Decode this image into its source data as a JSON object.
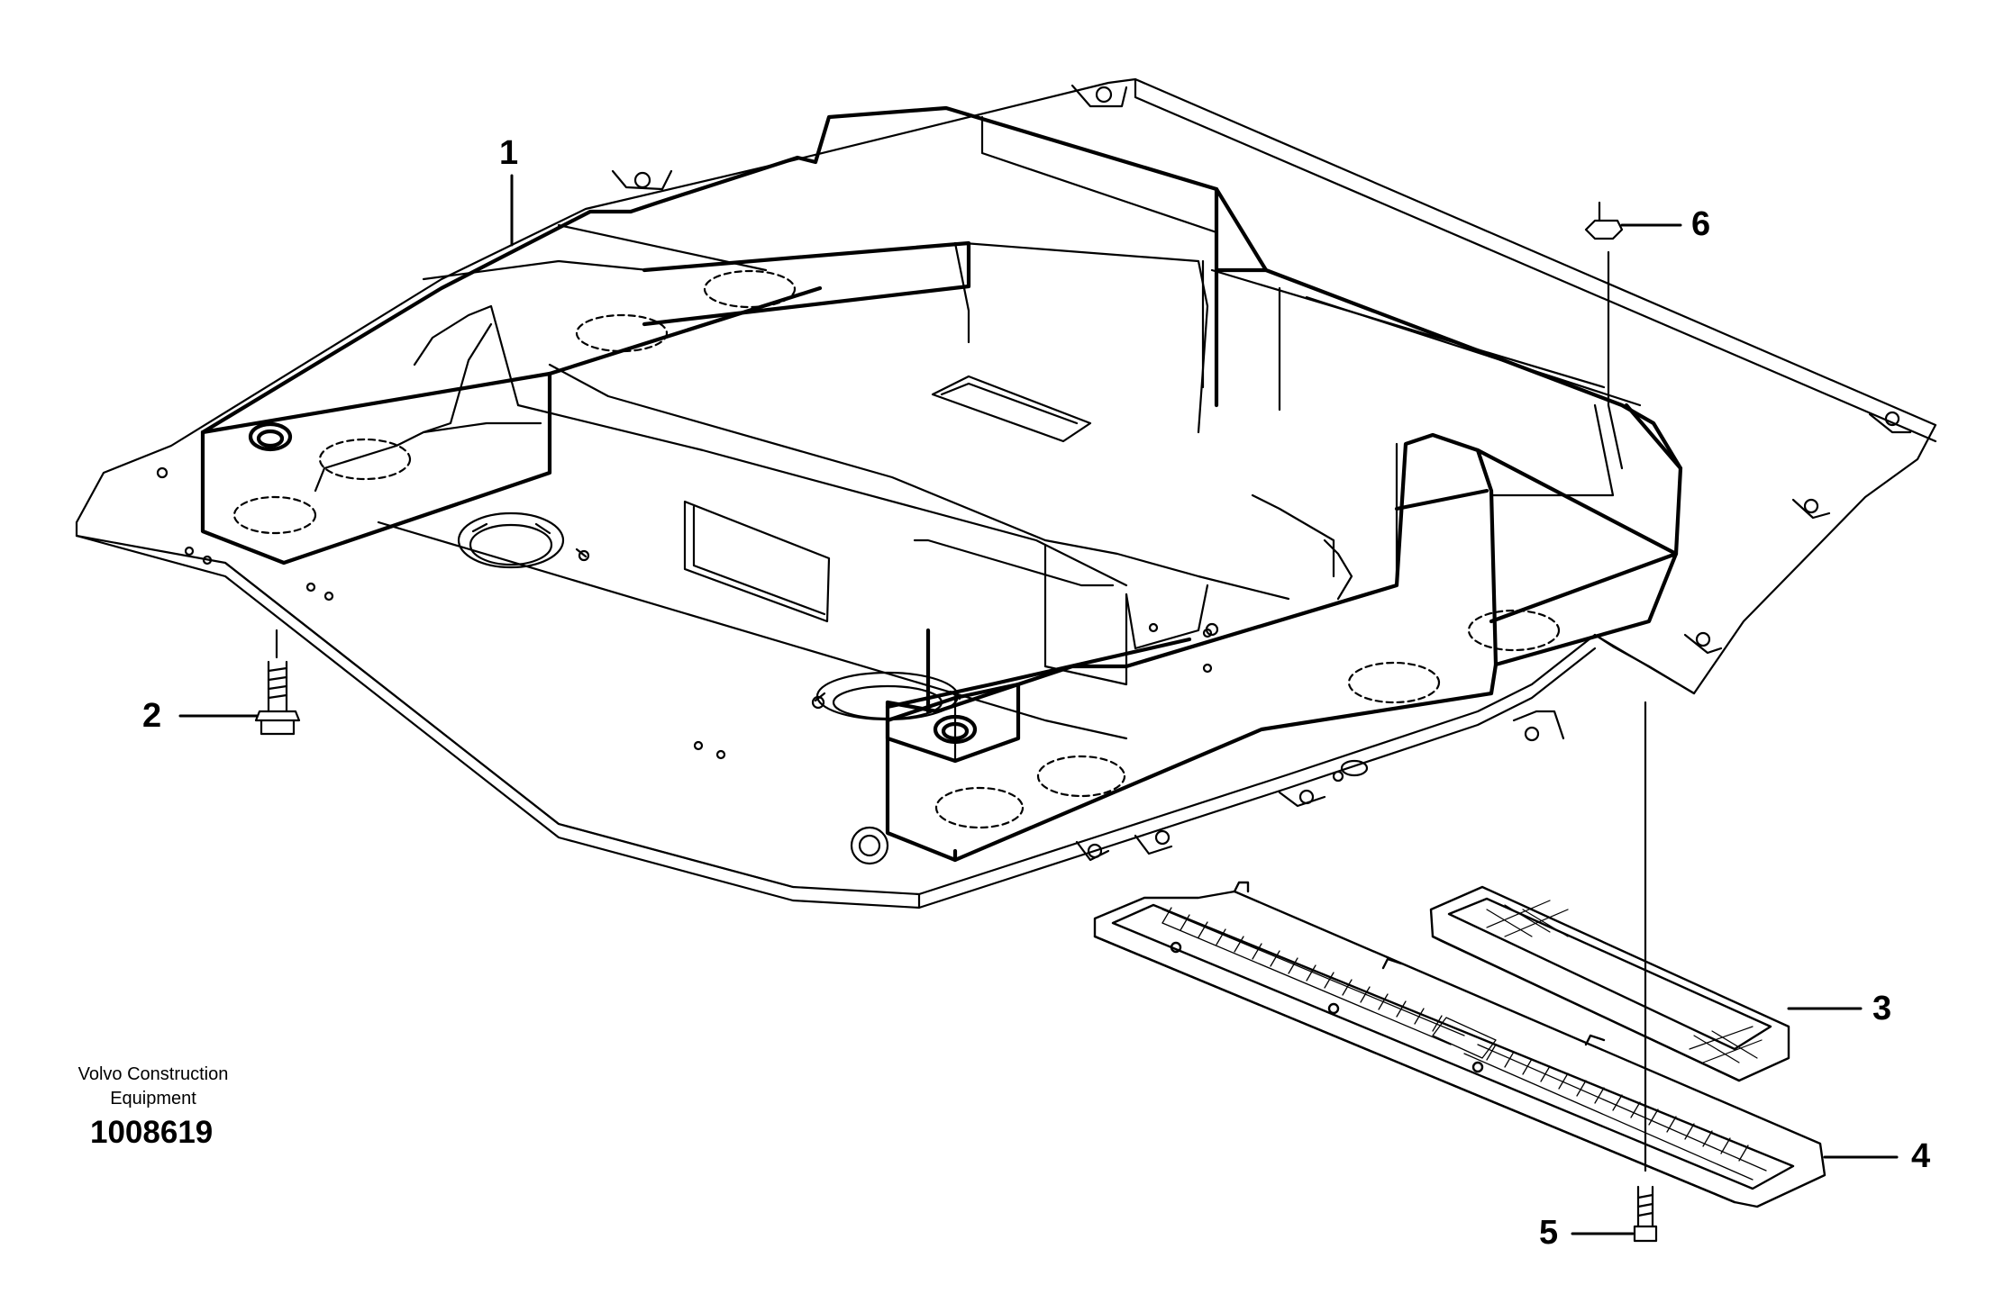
{
  "diagram": {
    "callouts": [
      {
        "id": "1",
        "label": "1",
        "part": "cab-roof-duct"
      },
      {
        "id": "2",
        "label": "2",
        "part": "flange-screw"
      },
      {
        "id": "3",
        "label": "3",
        "part": "filter"
      },
      {
        "id": "4",
        "label": "4",
        "part": "grille"
      },
      {
        "id": "5",
        "label": "5",
        "part": "screw"
      },
      {
        "id": "6",
        "label": "6",
        "part": "clip-nut"
      }
    ]
  },
  "credit": {
    "line1": "Volvo Construction",
    "line2": "Equipment",
    "drawing_number": "1008619"
  }
}
